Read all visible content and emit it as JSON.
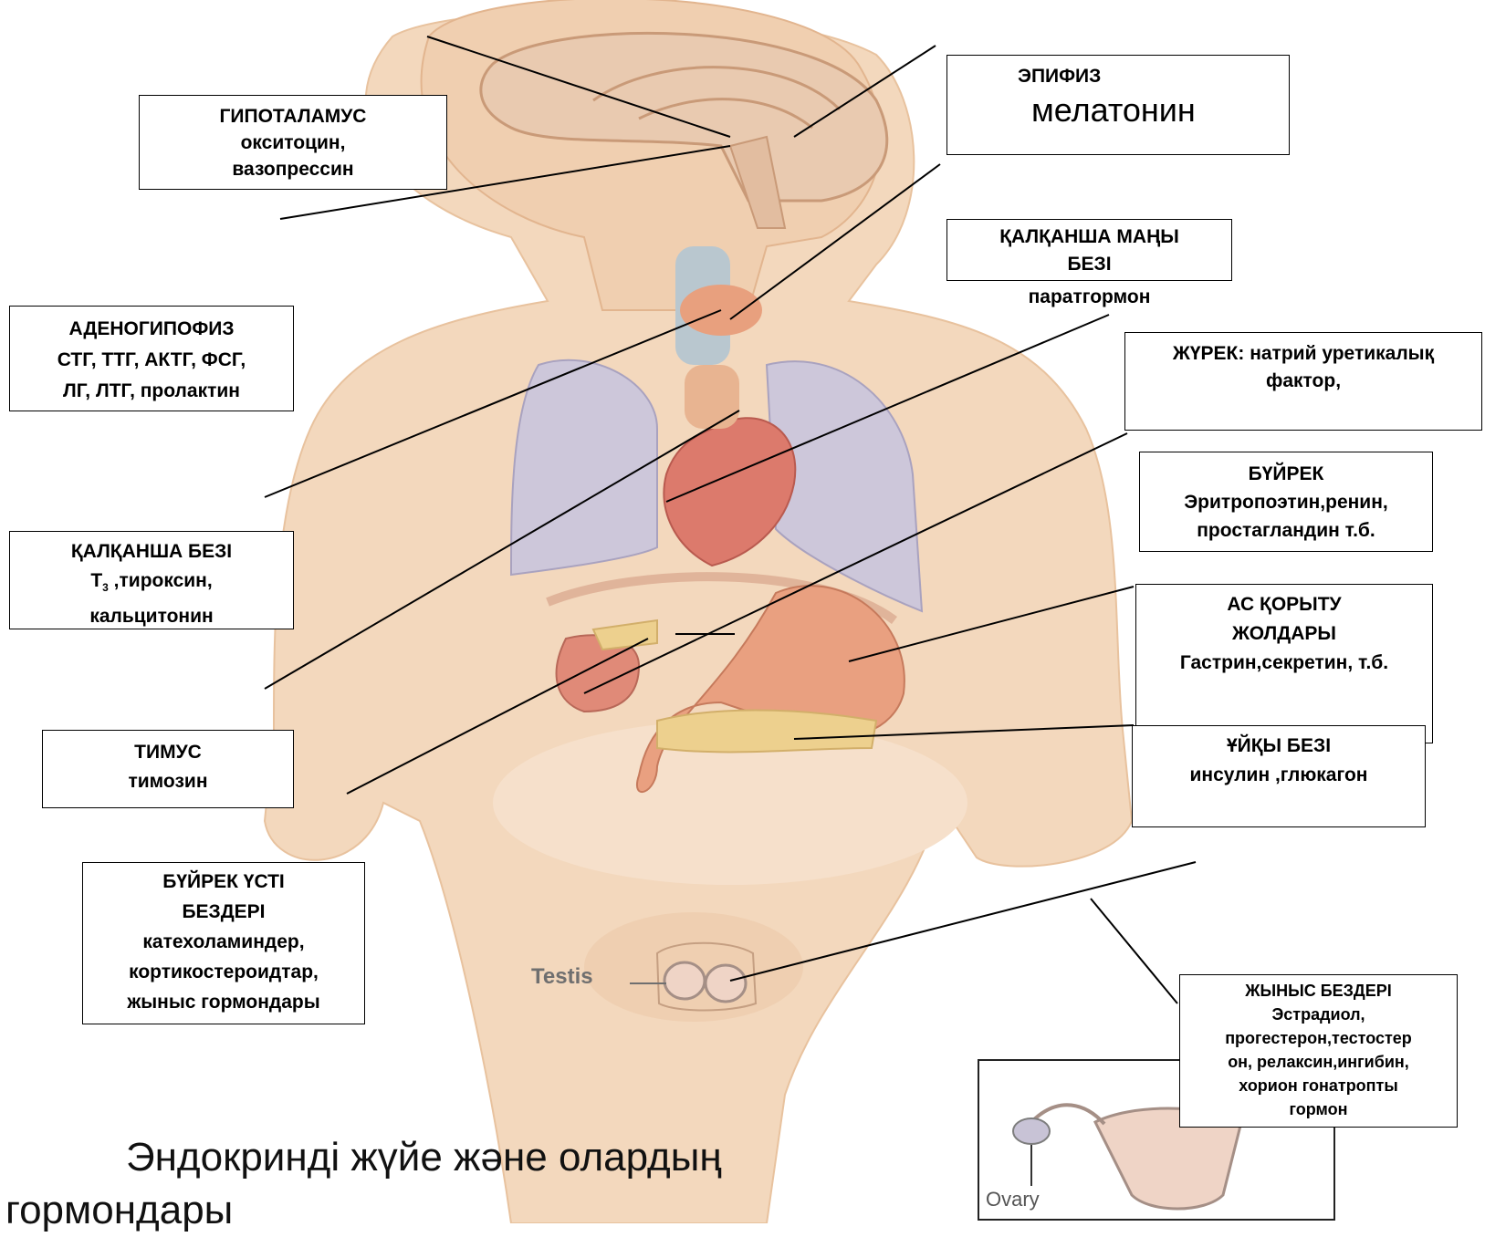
{
  "labels": {
    "hypothalamus": [
      "ГИПОТАЛАМУС",
      "окситоцин,",
      "вазопрессин"
    ],
    "epiphysis_title": "ЭПИФИЗ",
    "epiphysis_hormone": "мелатонин",
    "parathyroid": [
      "ҚАЛҚАНША МАҢЫ",
      "БЕЗІ"
    ],
    "parathyroid_hormone": "паратгормон",
    "adenohypophysis": [
      "АДЕНОГИПОФИЗ",
      "СТГ, ТТГ, АКТГ, ФСГ,",
      "ЛГ, ЛТГ, пролактин"
    ],
    "heart": [
      "ЖҮРЕК: натрий уретикалық",
      "фактор,"
    ],
    "kidney": [
      "БҮЙРЕК",
      "Эритропоэтин,ренин,",
      "простагландин т.б."
    ],
    "thyroid_title": "ҚАЛҚАНША БЕЗІ",
    "thyroid_t": "Т",
    "thyroid_sub": "3",
    "thyroid_rest": " ,тироксин,",
    "thyroid_line3": "кальцитонин",
    "digestive": [
      "АС ҚОРЫТУ",
      "ЖОЛДАРЫ",
      "Гастрин,секретин, т.б."
    ],
    "thymus": [
      "ТИМУС",
      "тимозин"
    ],
    "pancreas": [
      "ҰЙҚЫ БЕЗІ",
      "инсулин ,глюкагон"
    ],
    "adrenal": [
      "БҮЙРЕК ҮСТІ",
      "БЕЗДЕРІ",
      "катехоламиндер,",
      "кортикостероидтар,",
      "жыныс гормондары"
    ],
    "gonads": [
      "ЖЫНЫС БЕЗДЕРІ",
      "Эстрадиол,",
      "прогестерон,тестостер",
      "он, релаксин,ингибин,",
      "хорион гонатропты",
      "гормон"
    ]
  },
  "figure_labels": {
    "testis": "Testis",
    "ovary": "Ovary"
  },
  "title_lines": [
    "Эндокринді жүйе және олардың",
    "гормондары"
  ],
  "colors": {
    "skin": "#f2d3b6",
    "skin_shadow": "#e5b998",
    "lung": "#c8c3d6",
    "heart": "#d9786e",
    "stomach": "#e89f7e",
    "brain": "#e8cdb4",
    "line": "#000000"
  }
}
